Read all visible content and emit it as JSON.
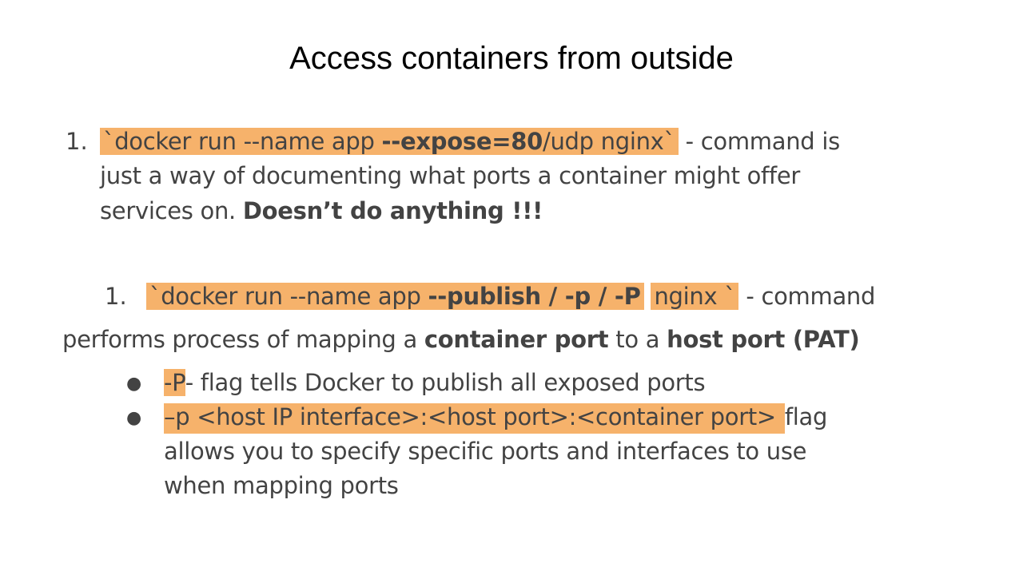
{
  "title": "Access containers from outside",
  "item1": {
    "number": "1.",
    "code_a": "`docker run --name app ",
    "code_b": "--expose=80",
    "code_c": "/udp nginx`",
    "text_a": " - command is",
    "line2": "just a way of documenting what ports a container might offer",
    "line3_a": "services on. ",
    "line3_b": "Doesn’t do anything !!!"
  },
  "item2": {
    "number": "1.",
    "code_a": "`docker run --name app ",
    "code_b": "--publish / -p / -P",
    "code_c": "nginx `",
    "text_a": " - command",
    "line2_a": "performs process of mapping a ",
    "line2_b": "container port",
    "line2_c": " to a ",
    "line2_d": "host port (PAT)"
  },
  "bullets": [
    {
      "symbol": "●",
      "code": "-P",
      "text": "- flag tells Docker to publish all exposed ports"
    },
    {
      "symbol": "●",
      "code": "–p <host IP interface>:<host port>:<container port> ",
      "text": " flag",
      "line2": "allows you to specify specific ports and interfaces to use",
      "line3": "when mapping ports"
    }
  ]
}
